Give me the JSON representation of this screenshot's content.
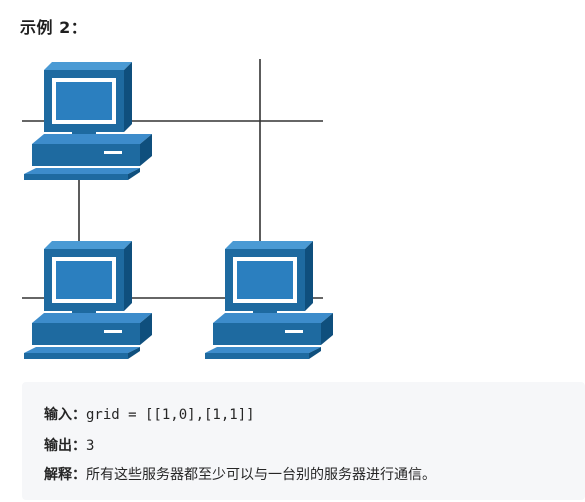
{
  "heading": "示例 2：",
  "figure": {
    "computer_icon": "computer-icon",
    "colors": {
      "computer": "#1e6aa0",
      "screen": "#2b7fbf",
      "line": "#333333"
    }
  },
  "example": {
    "input_label": "输入：",
    "input_value": "grid = [[1,0],[1,1]]",
    "output_label": "输出：",
    "output_value": "3",
    "explanation_label": "解释：",
    "explanation_value": "所有这些服务器都至少可以与一台别的服务器进行通信。"
  }
}
